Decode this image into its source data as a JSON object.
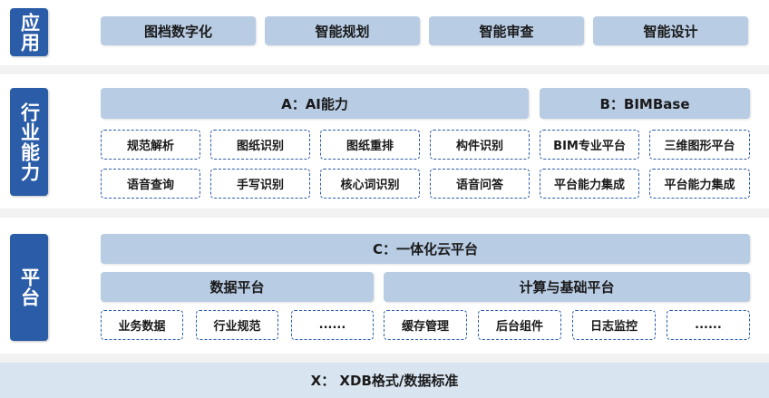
{
  "application": {
    "label": "应用",
    "items": [
      "图档数字化",
      "智能规划",
      "智能审查",
      "智能设计"
    ]
  },
  "industry_capability": {
    "label": "行业能力",
    "ai": {
      "title": "A：AI能力",
      "row1": [
        "规范解析",
        "图纸识别",
        "图纸重排",
        "构件识别"
      ],
      "row2": [
        "语音查询",
        "手写识别",
        "核心词识别",
        "语音问答"
      ]
    },
    "bimbase": {
      "title": "B：BIMBase",
      "row1": [
        "BIM专业平台",
        "三维图形平台"
      ],
      "row2": [
        "平台能力集成",
        "平台能力集成"
      ]
    }
  },
  "platform": {
    "label": "平台",
    "cloud_title": "C：一体化云平台",
    "data_platform": {
      "title": "数据平台",
      "items": [
        "业务数据",
        "行业规范",
        "......"
      ]
    },
    "compute_platform": {
      "title": "计算与基础平台",
      "items": [
        "缓存管理",
        "后台组件",
        "日志监控",
        "......"
      ]
    }
  },
  "standard": {
    "label": "X： XDB格式/数据标准"
  }
}
